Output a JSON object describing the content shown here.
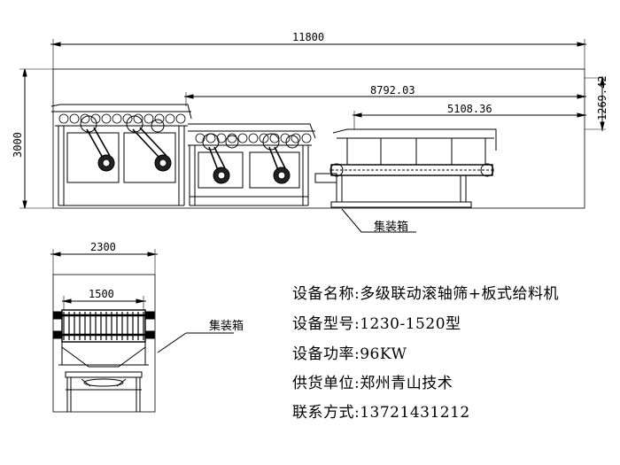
{
  "dimensions": {
    "overall_length": "11800",
    "overall_height": "3000",
    "roller_section_length": "8792.03",
    "feeder_length": "5108.36",
    "height_offset": "1269.42",
    "side_width": "2300",
    "inner_width": "1500"
  },
  "callouts": {
    "collector_box_main": "集装箱",
    "collector_box_side": "集装箱"
  },
  "info": {
    "name_label": "设备名称:",
    "name_value": "多级联动滚轴筛+板式给料机",
    "model_label": "设备型号:",
    "model_value": "1230-1520型",
    "power_label": "设备功率:",
    "power_value": "96KW",
    "supplier_label": "供货单位:",
    "supplier_value": "郑州青山技术",
    "contact_label": "联系方式:",
    "contact_value": "13721431212"
  }
}
